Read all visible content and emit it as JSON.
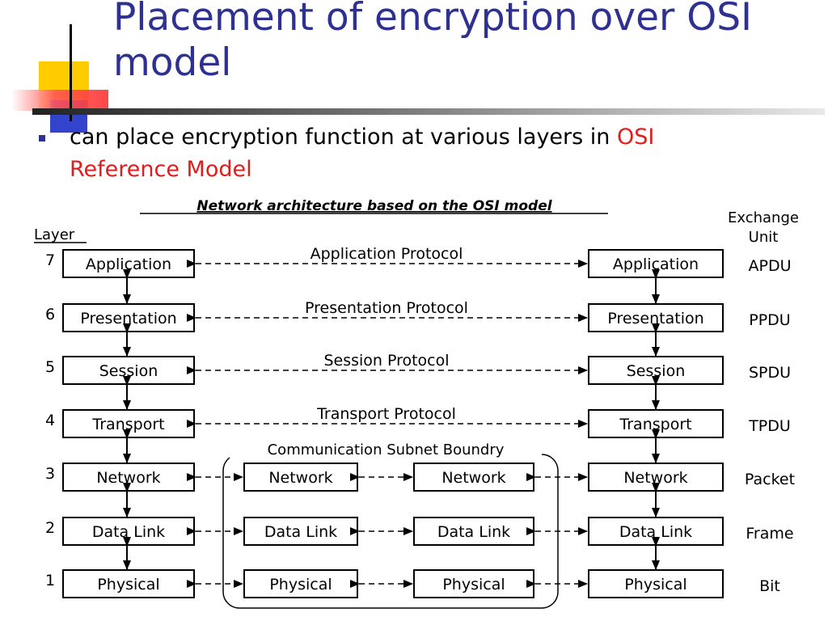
{
  "slide": {
    "title": "Placement of encryption over OSI model",
    "bullet": {
      "text": "can place encryption function at various layers in ",
      "highlight_line1": "OSI",
      "highlight_line2": "Reference Model"
    }
  },
  "diagram": {
    "title": "Network architecture based on the OSI model",
    "layer_header": "Layer",
    "exchange_header": [
      "Exchange",
      "Unit"
    ],
    "subnet_label": "Communication Subnet Boundry",
    "layers": [
      {
        "num": "7",
        "name": "Application",
        "protocol": "Application Protocol",
        "unit": "APDU"
      },
      {
        "num": "6",
        "name": "Presentation",
        "protocol": "Presentation Protocol",
        "unit": "PPDU"
      },
      {
        "num": "5",
        "name": "Session",
        "protocol": "Session Protocol",
        "unit": "SPDU"
      },
      {
        "num": "4",
        "name": "Transport",
        "protocol": "Transport Protocol",
        "unit": "TPDU"
      },
      {
        "num": "3",
        "name": "Network",
        "protocol": "",
        "unit": "Packet"
      },
      {
        "num": "2",
        "name": "Data Link",
        "protocol": "",
        "unit": "Frame"
      },
      {
        "num": "1",
        "name": "Physical",
        "protocol": "",
        "unit": "Bit"
      }
    ]
  },
  "colors": {
    "title": "#2e3192",
    "highlight": "#e31b1b",
    "deco_yellow": "#ffcc00",
    "deco_red": "#ff3333",
    "deco_blue": "#3344cc"
  }
}
